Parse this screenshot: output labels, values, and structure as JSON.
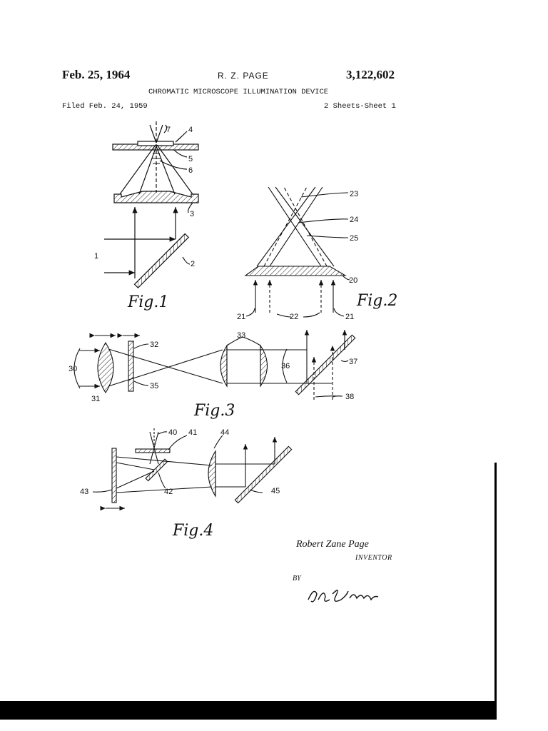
{
  "header": {
    "date": "Feb. 25, 1964",
    "inventor_name": "R. Z. PAGE",
    "patent_number": "3,122,602",
    "title": "CHROMATIC MICROSCOPE ILLUMINATION DEVICE",
    "filed": "Filed Feb. 24, 1959",
    "sheets": "2 Sheets-Sheet 1"
  },
  "figures": {
    "fig1": {
      "caption": "Fig.1",
      "labels": {
        "l7": "7",
        "l4": "4",
        "l5": "5",
        "l6": "6",
        "l3": "3",
        "l1": "1",
        "l2": "2"
      }
    },
    "fig2": {
      "caption": "Fig.2",
      "labels": {
        "l23": "23",
        "l24": "24",
        "l25": "25",
        "l20": "20",
        "l21a": "21",
        "l22": "22",
        "l21b": "21"
      }
    },
    "fig3": {
      "caption": "Fig.3",
      "labels": {
        "l32": "32",
        "l30": "30",
        "l31": "31",
        "l35": "35",
        "l33": "33",
        "l36": "36",
        "l37": "37",
        "l38": "38"
      }
    },
    "fig4": {
      "caption": "Fig.4",
      "labels": {
        "l40": "40",
        "l41": "41",
        "l44": "44",
        "l43": "43",
        "l42": "42",
        "l45": "45"
      }
    }
  },
  "signature": {
    "inventor_full": "Robert Zane Page",
    "inventor_label": "INVENTOR",
    "by": "BY",
    "attorney_signature": "L L Shwago"
  }
}
